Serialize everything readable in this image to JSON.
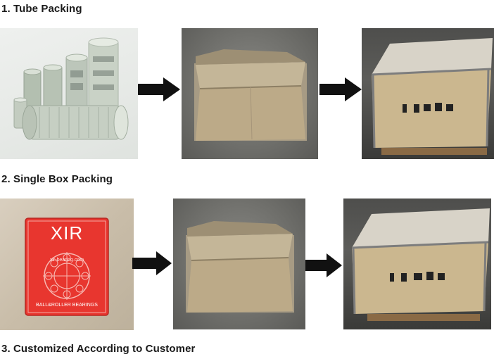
{
  "headings": {
    "tube": "1. Tube Packing",
    "single": "2. Single Box Packing",
    "custom": "3. Customized According to Customer"
  },
  "red_box": {
    "brand": "XIR",
    "url": "xir-bearing.com",
    "subtitle": "BALL&ROLLER BEARINGS"
  },
  "colors": {
    "red_box": "#e8362f",
    "cardboard": "#b8a78a",
    "plywood": "#cdb894",
    "arrow": "#111111"
  },
  "icons": [
    "glass-fragile-icon",
    "this-way-up-icon",
    "keep-dry-umbrella-icon",
    "recycle-icon"
  ]
}
